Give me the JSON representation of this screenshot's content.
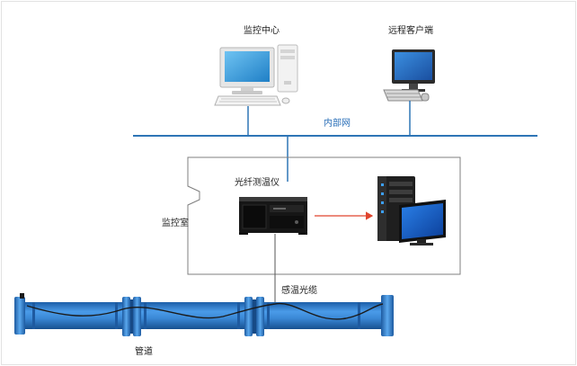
{
  "labels": {
    "monitor_center": "监控中心",
    "remote_client": "远程客户端",
    "intranet": "内部网",
    "fiber_thermometer": "光纤测温仪",
    "monitor_room": "监控室",
    "sensing_cable": "感温光缆",
    "pipeline": "管道"
  },
  "colors": {
    "network_line": "#2e75b6",
    "signal_arrow": "#e0452e",
    "pipe_body": "#2e7bd0",
    "room_border": "#7f7f7f"
  },
  "icons": {
    "monitor_center": "desktop-computer-icon",
    "remote_client": "workstation-icon",
    "fiber_thermometer": "rack-instrument-icon",
    "display": "server-with-monitor-icon",
    "pipeline": "pipe-with-flanges-icon"
  }
}
